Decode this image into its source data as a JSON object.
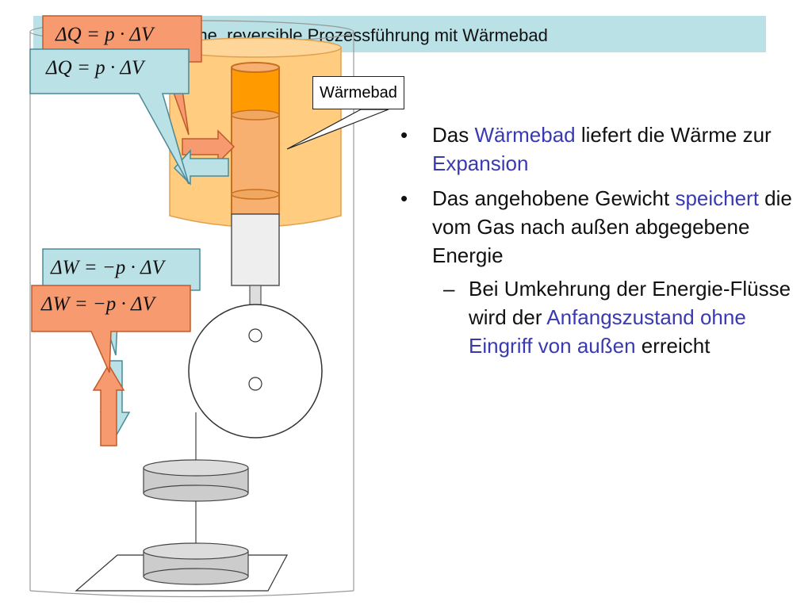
{
  "title": "Wärme, reversible Prozessführung mit Wärmebad",
  "title_visible": "rme, reversible Prozessführung mit Wärmebad",
  "label_heat_bath": "Wärmebad",
  "formula_q": "ΔQ = p · ΔV",
  "formula_w": "ΔW = −p · ΔV",
  "bullets": {
    "b1_pre": "Das ",
    "b1_hl": "Wärmebad",
    "b1_post": " liefert die Wärme zur ",
    "b1_hl2": "Expansion",
    "b2_pre": "Das angehobene Gewicht ",
    "b2_hl": "speichert",
    "b2_post": " die vom Gas nach außen abgegebene Energie",
    "sub_pre": "Bei Umkehrung der Energie-Flüsse wird der ",
    "sub_hl": "Anfangszustand  ohne Eingriff von außen",
    "sub_post": " erreicht"
  },
  "colors": {
    "title_bg": "#b9e1e6",
    "bath": "#ffcc80",
    "orange_box": "#f79a70",
    "teal_box": "#b9e1e6",
    "highlight": "#3a3ab0"
  }
}
